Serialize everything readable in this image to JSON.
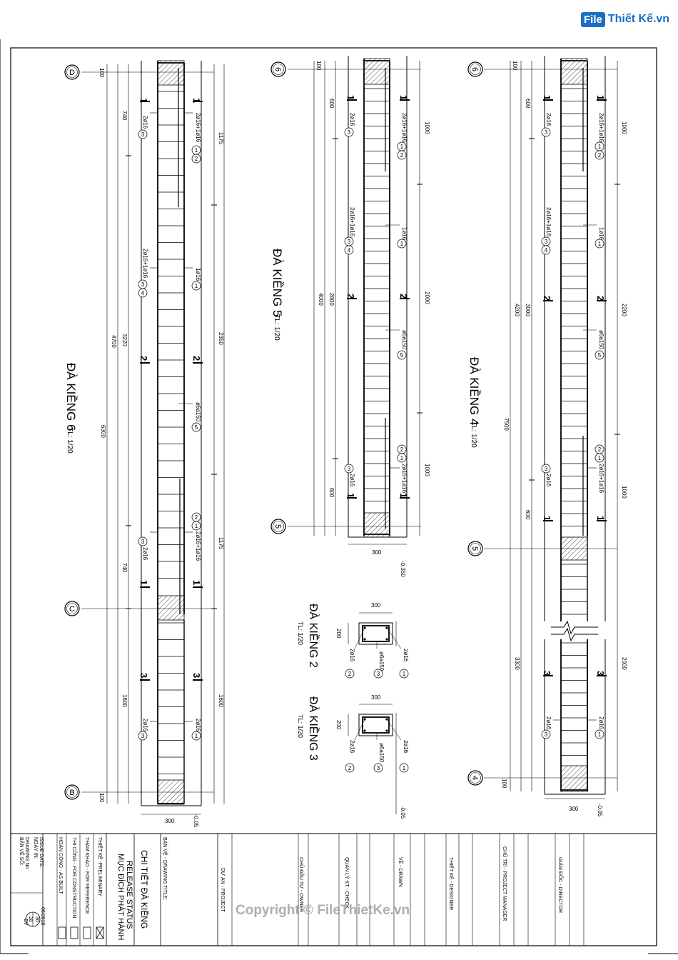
{
  "logo": {
    "badge": "File",
    "text": "Thiết Kế.vn"
  },
  "watermark": "Copyright © FileThietKe.vn",
  "beam6": {
    "title": "ĐÀ KIỀNG 6",
    "scale": "TL: 1/20",
    "grids": [
      "D",
      "C",
      "B"
    ],
    "dims_top": [
      "100",
      "740",
      "3220",
      "740",
      "1600",
      "100"
    ],
    "dims_total": [
      "4700",
      "6300"
    ],
    "dims_bottom": [
      "1175",
      "2350",
      "1175",
      "1600"
    ],
    "width": "300",
    "elev": "-0.05",
    "labels": {
      "top_bar": "2ø16+1ø16",
      "bot_bar": "2ø16",
      "mid_bar": "2ø16+1ø16",
      "one": "1ø16",
      "stirrup": "ø6a150",
      "bot3": "2ø16",
      "end_top": "2ø16+1ø16",
      "sec3_top": "2ø16",
      "sec3_bot": "2ø16"
    },
    "callouts": {
      "c1": "1",
      "c2": "2",
      "c3": "3",
      "c4": "4",
      "c5": "5"
    },
    "sections": [
      "1",
      "2",
      "3"
    ]
  },
  "beam5": {
    "title": "ĐÀ KIỀNG 5",
    "scale": "TL: 1/20",
    "grids": [
      "6",
      "5"
    ],
    "dims_left": [
      "100",
      "600",
      "2800",
      "600"
    ],
    "dims_total": "4000",
    "dims_right": [
      "1000",
      "2000",
      "1000"
    ],
    "width": "300",
    "elev": "-0.350",
    "labels": {
      "top_bar": "2ø16+1ø16",
      "bot_bar": "2ø16",
      "mid_bar": "2ø16+1ø16",
      "one": "1ø16",
      "stirrup": "ø6a150",
      "end_top": "2ø16+1ø16",
      "bot3": "2ø16"
    }
  },
  "beam4": {
    "title": "ĐÀ KIỀNG 4",
    "scale": "TL: 1/20",
    "grids": [
      "6",
      "5",
      "4"
    ],
    "dims_left": [
      "100",
      "600",
      "3000",
      "600",
      "3300",
      "100"
    ],
    "dims_total": [
      "4200",
      "7500"
    ],
    "dims_right": [
      "1000",
      "2200",
      "1000",
      "2000"
    ],
    "width": "300",
    "elev": "-0.05",
    "labels": {
      "top_bar": "2ø16+1ø16",
      "bot_bar": "2ø16",
      "mid_bar": "2ø16+1ø16",
      "one": "1ø16",
      "stirrup": "ø6a150",
      "end_top": "2ø16+1ø16",
      "bot3": "2ø16",
      "sec3_top": "2ø16",
      "sec3_bot": "2ø16"
    }
  },
  "sec2": {
    "title": "ĐÀ KIỀNG 2",
    "scale": "TL: 1/20",
    "w": "300",
    "h": "200",
    "left": "2ø16",
    "mid": "ø6a150",
    "right": "2ø16",
    "n_left": "2",
    "n_mid": "3",
    "n_right": "1"
  },
  "sec3": {
    "title": "ĐÀ KIỀNG 3",
    "scale": "TL: 1/20",
    "w": "300",
    "h": "200",
    "left": "2ø16",
    "mid": "ø6a150",
    "right": "2ø16",
    "n_left": "2",
    "n_mid": "3",
    "n_right": "1"
  },
  "titleblock": {
    "drawing_no_label": "BẢN VẼ SỐ:",
    "drawing_no_label_en": "DRAWING No",
    "issue_label": "NGÀY IN:",
    "issue_label_en": "ISSUE DATE:",
    "issue_date": "06/2018",
    "bv": "BV",
    "sheet": "18",
    "total": "30",
    "status_vi": "MỤC ĐÍCH PHÁT HÀNH",
    "status_en": "RELEASE STATUS",
    "status_items": [
      "THIẾT KẾ -PRELIMINARY",
      "THAM KHẢO - FOR REFERENCE",
      "THI CÔNG - FOR CONSTRUCTION",
      "HOÀN CÔNG - AS BUILT"
    ],
    "title_label": "BẢN VẼ - DRAWING TITLE:",
    "title": "CHI TIẾT ĐÀ KIỀNG",
    "project": "DỰ ÁN - PROJECT",
    "owner": "CHỦ ĐẦU TƯ - OWNER",
    "check": "QUẢN LÝ KT - CHECK",
    "drawn": "VẼ - DRAWN",
    "designer": "THIẾT KẾ - DESIGNER",
    "pm": "CHỦ TRÌ - PROJECT MANAGER",
    "director": "GIÁM ĐỐC - DIRECTOR"
  }
}
